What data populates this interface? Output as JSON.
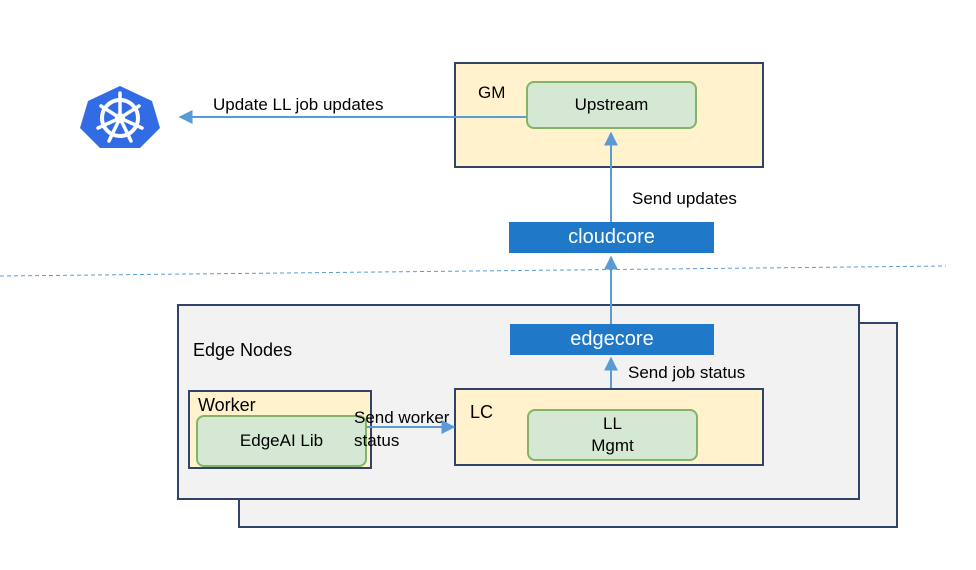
{
  "gm": {
    "label": "GM",
    "upstream": "Upstream"
  },
  "kubernetes": {
    "icon": "kubernetes-helm-icon",
    "color": "#326ce5"
  },
  "arrows": {
    "update_ll": "Update LL job updates",
    "send_updates": "Send updates",
    "send_job_status": "Send job status",
    "send_worker_status_1": "Send worker",
    "send_worker_status_2": "status"
  },
  "cloudcore": "cloudcore",
  "edgecore": "edgecore",
  "edge_nodes": {
    "label": "Edge Nodes"
  },
  "worker": {
    "label": "Worker",
    "lib": "EdgeAI Lib"
  },
  "lc": {
    "label": "LC",
    "ll_line1": "LL",
    "ll_line2": "Mgmt"
  },
  "colors": {
    "yellow_fill": "#fff2cc",
    "green_fill": "#d5e8d4",
    "blue_bar": "#1f78c8",
    "gray_fill": "#f2f2f2",
    "arrow": "#5b9bd5"
  }
}
